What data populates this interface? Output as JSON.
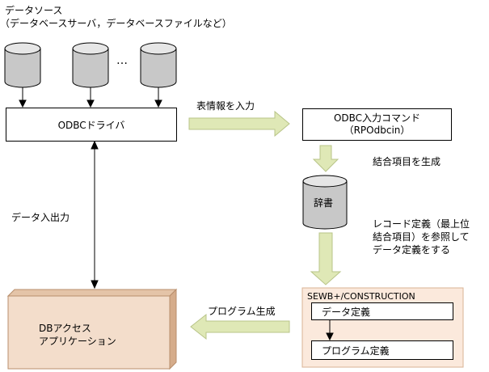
{
  "diagram": {
    "data_source": {
      "title": "データソース",
      "subtitle": "（データベースサーバ，データベースファイルなど）",
      "ellipsis": "…"
    },
    "odbc_driver": "ODBCドライバ",
    "arrow_input_table": "表情報を入力",
    "odbc_command": {
      "line1": "ODBC入力コマンド",
      "line2": "（RPOdbcin）"
    },
    "generate_join_items": "結合項目を生成",
    "dictionary": "辞書",
    "record_definition_note": {
      "line1": "レコード定義（最上位",
      "line2": "結合項目）を参照して",
      "line3": "データ定義をする"
    },
    "data_io": "データ入出力",
    "sewb": {
      "title": "SEWB+/CONSTRUCTION",
      "data_definition": "データ定義",
      "program_definition": "プログラム定義"
    },
    "program_generation": "プログラム生成",
    "db_app": {
      "line1": "DBアクセス",
      "line2": "アプリケーション"
    }
  },
  "colors": {
    "cylinder_gray": "#c8c8c8",
    "pale_arrow": "#dfe8b6",
    "app_box": "#f3ddcb",
    "app_box_edge": "#d9b394",
    "sewb_fill": "#fbe9dc"
  }
}
